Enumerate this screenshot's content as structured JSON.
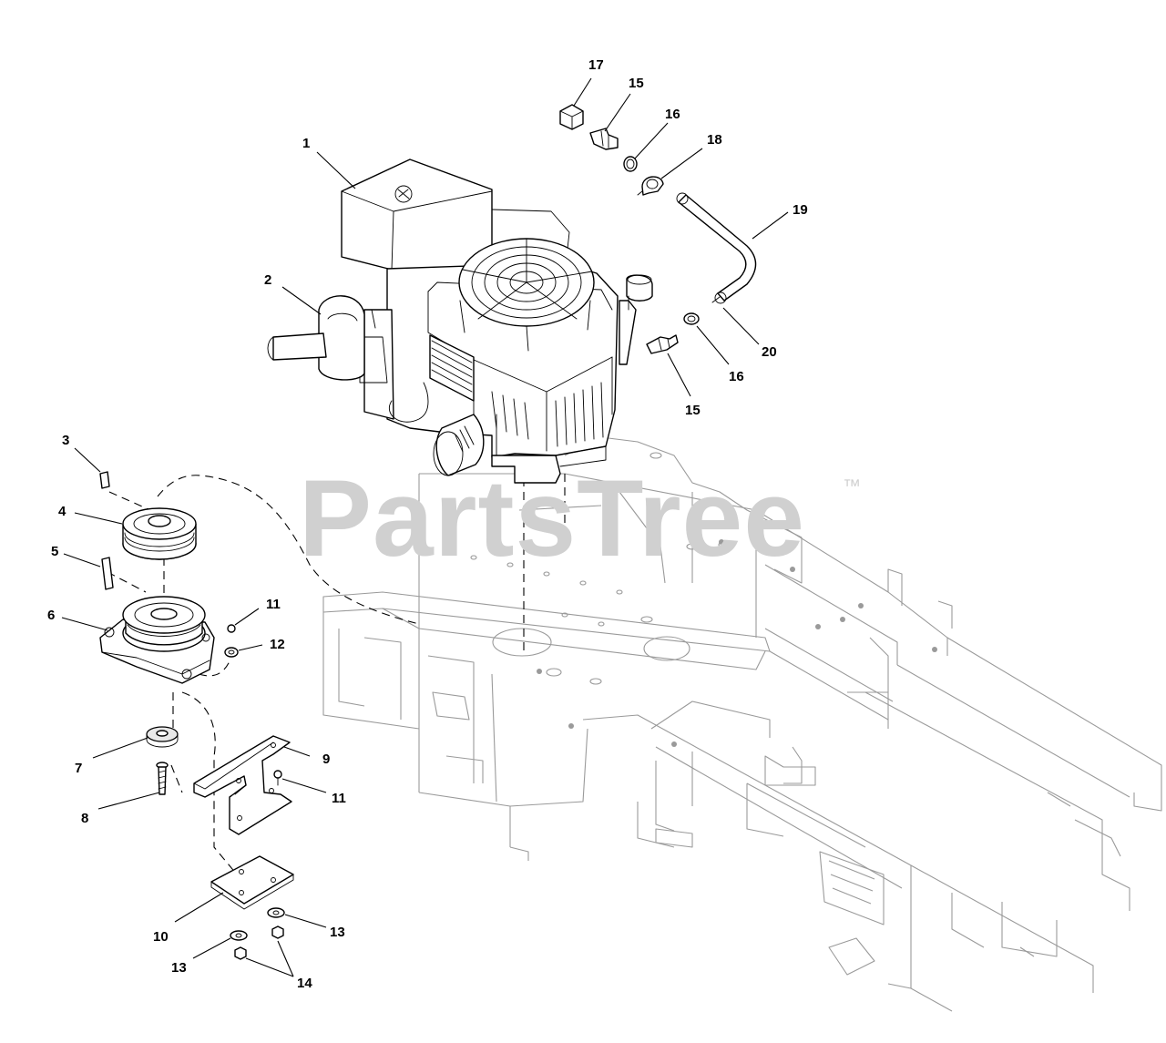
{
  "watermark": {
    "brand": "PartsTree",
    "trademark": "™"
  },
  "callouts": {
    "c1": "1",
    "c2": "2",
    "c3": "3",
    "c4": "4",
    "c5": "5",
    "c6": "6",
    "c7": "7",
    "c8": "8",
    "c9": "9",
    "c10": "10",
    "c11a": "11",
    "c11b": "11",
    "c12": "12",
    "c13a": "13",
    "c13b": "13",
    "c14": "14",
    "c15a": "15",
    "c15b": "15",
    "c16a": "16",
    "c16b": "16",
    "c17": "17",
    "c18": "18",
    "c19": "19",
    "c20": "20"
  }
}
